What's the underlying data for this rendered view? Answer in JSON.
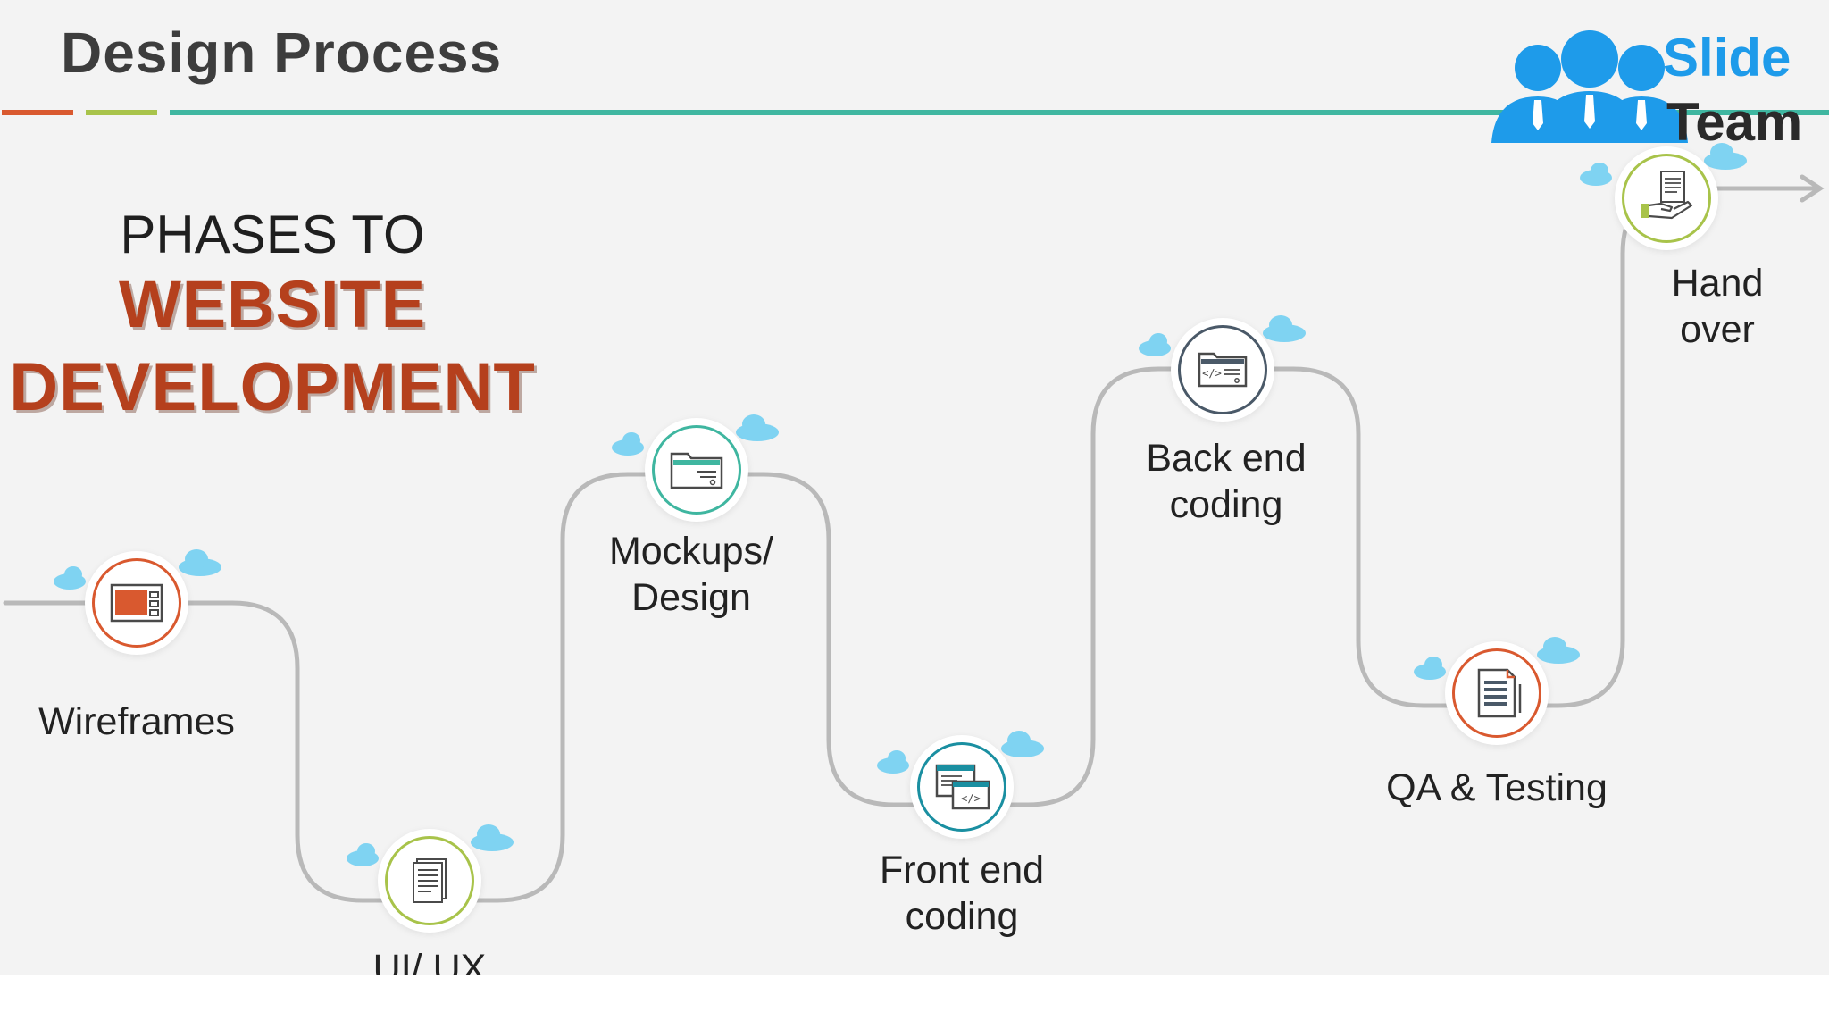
{
  "header": {
    "title": "Design Process",
    "rule_colors": [
      "#d9592f",
      "#a8c34a",
      "#3fb6a0"
    ]
  },
  "logo": {
    "word1": "Slide",
    "word2": "Team",
    "brand_color": "#1e9bea"
  },
  "headline": {
    "line1": "PHASES TO",
    "line2": "WEBSITE",
    "line3": "DEVELOPMENT",
    "accent_color": "#b5401d"
  },
  "connector_color": "#b9b9b9",
  "cloud_color": "#7fd3f2",
  "phases": [
    {
      "label_lines": [
        "Wireframes"
      ],
      "icon": "browser-window-icon",
      "ring_color": "#d9592f"
    },
    {
      "label_lines": [
        "UI/ UX"
      ],
      "icon": "document-pages-icon",
      "ring_color": "#a8c34a"
    },
    {
      "label_lines": [
        "Mockups/",
        "Design"
      ],
      "icon": "folder-window-icon",
      "ring_color": "#3fb6a0"
    },
    {
      "label_lines": [
        "Front end",
        "coding"
      ],
      "icon": "code-windows-icon",
      "ring_color": "#1a8fa1"
    },
    {
      "label_lines": [
        "Back end",
        "coding"
      ],
      "icon": "code-browser-icon",
      "ring_color": "#4a5968"
    },
    {
      "label_lines": [
        "QA & Testing"
      ],
      "icon": "checklist-document-icon",
      "ring_color": "#d9592f"
    },
    {
      "label_lines": [
        "Hand",
        "over"
      ],
      "icon": "hand-document-icon",
      "ring_color": "#a8c34a"
    }
  ]
}
